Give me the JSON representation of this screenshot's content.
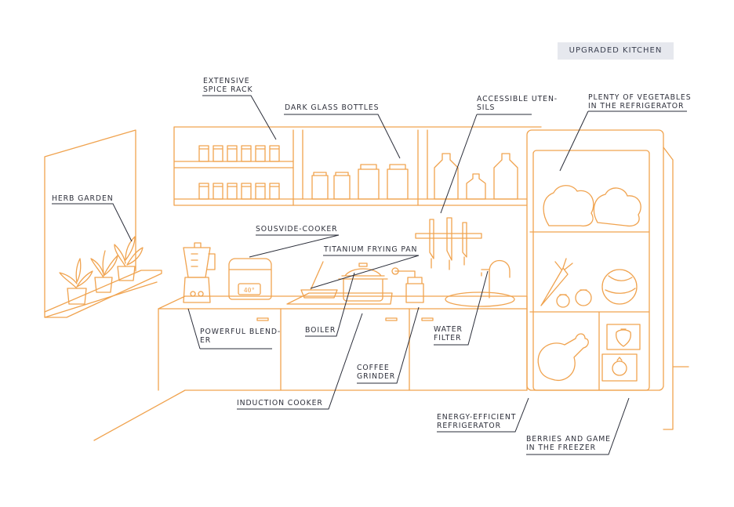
{
  "title": "UPGRADED KITCHEN",
  "labels": {
    "spice_rack": [
      "EXTENSIVE",
      "SPICE RACK"
    ],
    "dark_glass_bottles": "DARK GLASS BOTTLES",
    "accessible_utensils": [
      "ACCESSIBLE UTEN-",
      "SILS"
    ],
    "vegetables_fridge": [
      "PLENTY OF VEGETABLES",
      "IN THE REFRIGERATOR"
    ],
    "herb_garden": "HERB GARDEN",
    "sousvide_cooker": "SOUSVIDE-COOKER",
    "titanium_frying_pan": "TITANIUM FRYING PAN",
    "powerful_blender": [
      "POWERFUL BLEND-",
      "ER"
    ],
    "boiler": "BOILER",
    "water_filter": [
      "WATER",
      "FILTER"
    ],
    "coffee_grinder": [
      "COFFEE",
      "GRINDER"
    ],
    "induction_cooker": "INDUCTION COOKER",
    "energy_efficient_refrigerator": [
      "ENERGY-EFFICIENT",
      "REFRIGERATOR"
    ],
    "berries_game_freezer": [
      "BERRIES AND GAME",
      "IN THE FREEZER"
    ]
  },
  "cooker_display": "40°",
  "colors": {
    "line": "#f0a34f",
    "leader": "#2a2d39",
    "badge_bg": "#e6e8ee",
    "text": "#2d2f3a"
  },
  "icons": [
    "blender-icon",
    "sousvide-cooker-icon",
    "frying-pan-icon",
    "boiler-pot-icon",
    "coffee-grinder-icon",
    "knife-icon",
    "faucet-icon",
    "chicken-leg-icon",
    "strawberry-icon",
    "pomegranate-icon",
    "lettuce-icon",
    "cabbage-icon",
    "carrot-icon",
    "herb-plant-icon"
  ]
}
